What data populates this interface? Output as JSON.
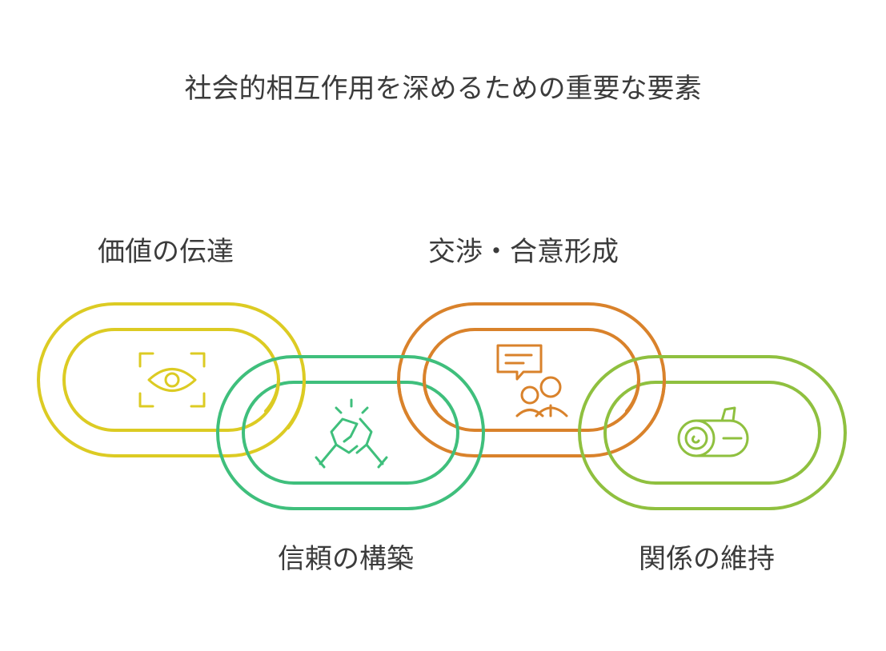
{
  "title": "社会的相互作用を深めるための重要な要素",
  "steps": [
    {
      "label": "価値の伝達",
      "icon": "eye-scan-icon",
      "color": "#dccb23"
    },
    {
      "label": "信頼の構築",
      "icon": "handshake-icon",
      "color": "#3fbf7c"
    },
    {
      "label": "交渉・合意形成",
      "icon": "people-chat-icon",
      "color": "#d9822b"
    },
    {
      "label": "関係の維持",
      "icon": "log-icon",
      "color": "#8fc03f"
    }
  ]
}
